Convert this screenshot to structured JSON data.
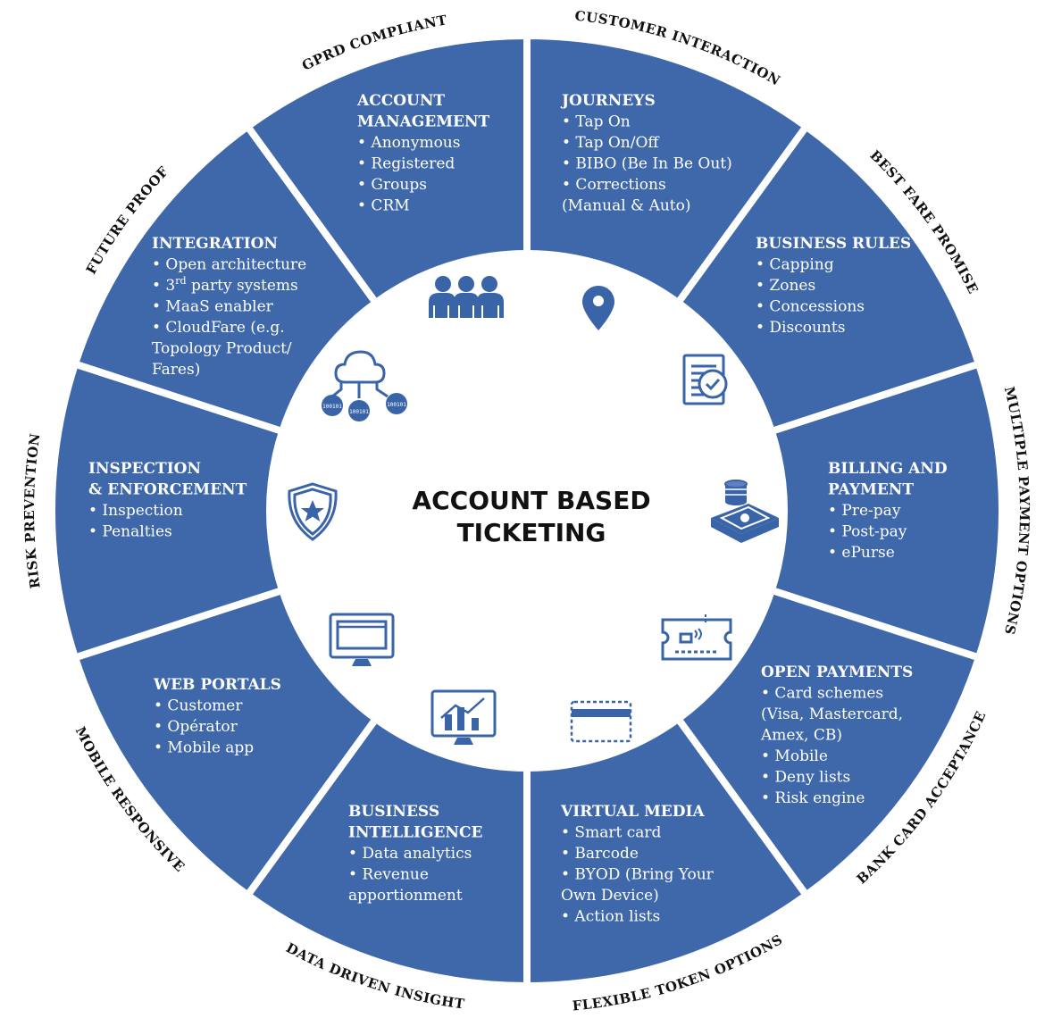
{
  "center": {
    "title_line1": "ACCOUNT BASED",
    "title_line2": "TICKETING"
  },
  "segments": [
    {
      "id": "journeys",
      "title": [
        "JOURNEYS"
      ],
      "items": [
        "• Tap On",
        "• Tap On/Off",
        "• BIBO (Be In Be Out)",
        "• Corrections",
        "  (Manual & Auto)"
      ]
    },
    {
      "id": "business-rules",
      "title": [
        "BUSINESS RULES"
      ],
      "items": [
        "• Capping",
        "• Zones",
        "• Concessions",
        "• Discounts"
      ]
    },
    {
      "id": "billing",
      "title": [
        "BILLING AND",
        "PAYMENT"
      ],
      "items": [
        "• Pre-pay",
        "• Post-pay",
        "• ePurse"
      ]
    },
    {
      "id": "open-payments",
      "title": [
        "OPEN PAYMENTS"
      ],
      "items": [
        "• Card schemes",
        "  (Visa, Mastercard,",
        "  Amex, CB)",
        "• Mobile",
        "• Deny lists",
        "• Risk engine"
      ]
    },
    {
      "id": "virtual-media",
      "title": [
        "VIRTUAL MEDIA"
      ],
      "items": [
        "• Smart card",
        "• Barcode",
        "• BYOD (Bring Your",
        "  Own Device)",
        "• Action lists"
      ]
    },
    {
      "id": "business-intelligence",
      "title": [
        "BUSINESS",
        "INTELLIGENCE"
      ],
      "items": [
        "• Data analytics",
        "• Revenue",
        "  apportionment"
      ]
    },
    {
      "id": "web-portals",
      "title": [
        "WEB PORTALS"
      ],
      "items": [
        "• Customer",
        "• Opérator",
        "• Mobile app"
      ]
    },
    {
      "id": "inspection",
      "title": [
        "INSPECTION",
        "& ENFORCEMENT"
      ],
      "items": [
        "• Inspection",
        "• Penalties"
      ]
    },
    {
      "id": "integration",
      "title": [
        "INTEGRATION"
      ],
      "items": [
        "• Open architecture",
        "• 3rd party systems",
        "• MaaS enabler",
        "• CloudFare (e.g.",
        "  Topology Product/",
        "  Fares)"
      ]
    },
    {
      "id": "account-management",
      "title": [
        "ACCOUNT",
        "MANAGEMENT"
      ],
      "items": [
        "• Anonymous",
        "• Registered",
        "• Groups",
        "• CRM"
      ]
    }
  ],
  "outer_labels": [
    "CUSTOMER INTERACTION",
    "BEST FARE PROMISE",
    "MULTIPLE PAYMENT OPTIONS",
    "BANK CARD ACCEPTANCE",
    "FLEXIBLE TOKEN OPTIONS",
    "DATA DRIVEN INSIGHT",
    "MOBILE RESPONSIVE",
    "RISK PREVENTION",
    "FUTURE PROOF",
    "GPRD COMPLIANT"
  ],
  "icons": [
    "location-pin-icon",
    "checklist-document-icon",
    "money-coins-icon",
    "ticket-card-icon",
    "virtual-card-icon",
    "analytics-monitor-icon",
    "web-monitor-icon",
    "police-badge-icon",
    "cloud-network-icon",
    "user-group-icon"
  ],
  "icon_texts": {
    "binary": "100101"
  },
  "colors": {
    "segment": "#3f68ab",
    "icon": "#3a64a8",
    "text": "#111111"
  }
}
